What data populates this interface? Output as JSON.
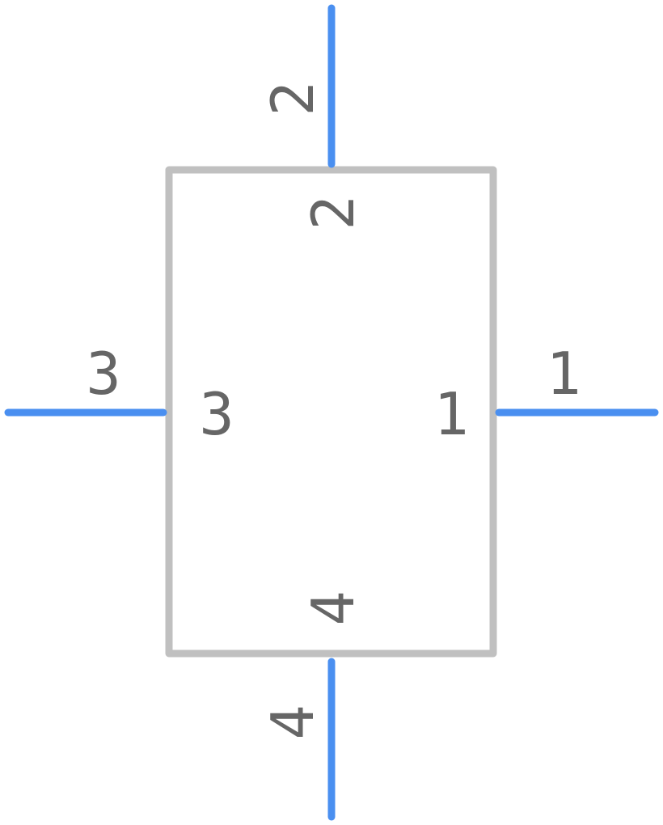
{
  "colors": {
    "body_outline": "#c0c0c0",
    "pin_line": "#4a8ff0",
    "label_text": "#666666",
    "background": "#ffffff"
  },
  "pins": [
    {
      "id": "pin-1",
      "number": "1",
      "pad_label": "1",
      "side": "right"
    },
    {
      "id": "pin-2",
      "number": "2",
      "pad_label": "2",
      "side": "top"
    },
    {
      "id": "pin-3",
      "number": "3",
      "pad_label": "3",
      "side": "left"
    },
    {
      "id": "pin-4",
      "number": "4",
      "pad_label": "4",
      "side": "bottom"
    }
  ]
}
